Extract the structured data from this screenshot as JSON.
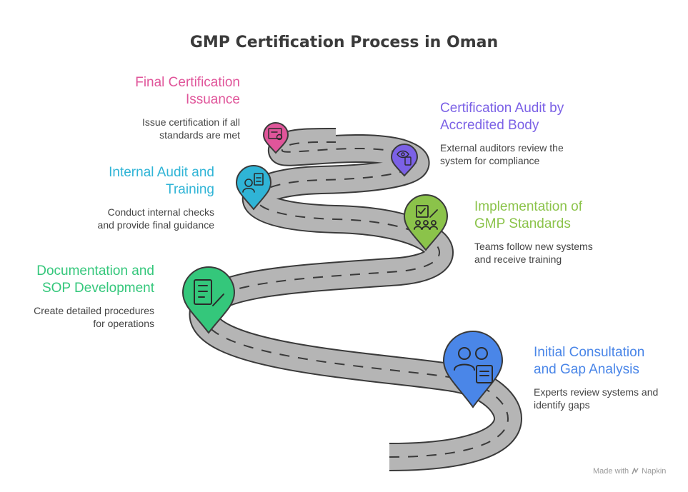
{
  "title": "GMP Certification Process in Oman",
  "steps": [
    {
      "title_line1": "Initial Consultation",
      "title_line2": "and Gap Analysis",
      "desc_line1": "Experts review systems and",
      "desc_line2": "identify gaps",
      "color": "#4a86e8",
      "icon": "consultation-icon"
    },
    {
      "title_line1": "Documentation and",
      "title_line2": "SOP Development",
      "desc_line1": "Create detailed procedures",
      "desc_line2": "for operations",
      "color": "#34c77b",
      "icon": "document-edit-icon"
    },
    {
      "title_line1": "Implementation of",
      "title_line2": "GMP Standards",
      "desc_line1": "Teams follow new systems",
      "desc_line2": "and receive training",
      "color": "#8bc34a",
      "icon": "team-checklist-icon"
    },
    {
      "title_line1": "Internal Audit and",
      "title_line2": "Training",
      "desc_line1": "Conduct internal checks",
      "desc_line2": "and provide final guidance",
      "color": "#2fb4d6",
      "icon": "auditor-clipboard-icon"
    },
    {
      "title_line1": "Certification Audit by",
      "title_line2": "Accredited Body",
      "desc_line1": "External auditors review the",
      "desc_line2": "system for compliance",
      "color": "#7b61e6",
      "icon": "eye-clipboard-icon"
    },
    {
      "title_line1": "Final Certification",
      "title_line2": "Issuance",
      "desc_line1": "Issue certification if all",
      "desc_line2": "standards are met",
      "color": "#e0559a",
      "icon": "certificate-icon"
    }
  ],
  "footer": {
    "made_with": "Made with",
    "brand": "Napkin"
  },
  "colors": {
    "road": "#b5b5b5",
    "road_edge": "#3a3a3a",
    "dash": "#3a3a3a",
    "title": "#3a3a3a"
  }
}
